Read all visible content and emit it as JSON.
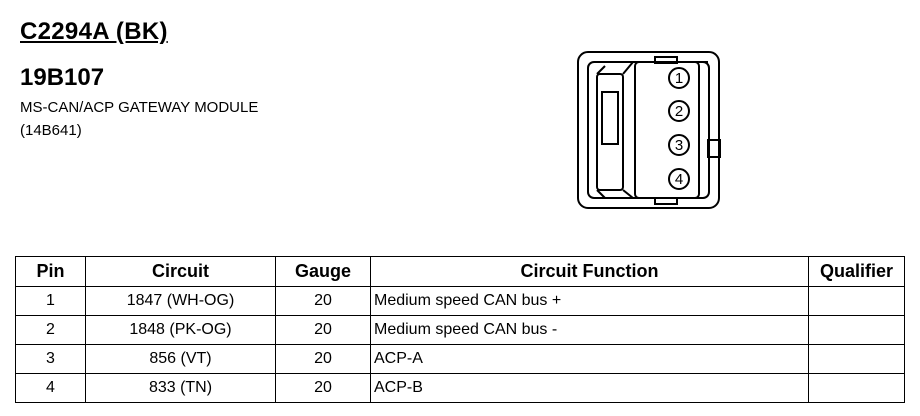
{
  "header": {
    "connector_id": "C2294A (BK)",
    "component_id": "19B107",
    "component_name": "MS-CAN/ACP GATEWAY MODULE",
    "part_number": "(14B641)"
  },
  "connector_pins": [
    "1",
    "2",
    "3",
    "4"
  ],
  "table": {
    "columns": [
      "Pin",
      "Circuit",
      "Gauge",
      "Circuit Function",
      "Qualifier"
    ],
    "rows": [
      {
        "pin": "1",
        "circuit": "1847 (WH-OG)",
        "gauge": "20",
        "function": "Medium speed CAN bus +",
        "qualifier": ""
      },
      {
        "pin": "2",
        "circuit": "1848 (PK-OG)",
        "gauge": "20",
        "function": "Medium speed CAN bus -",
        "qualifier": ""
      },
      {
        "pin": "3",
        "circuit": "856 (VT)",
        "gauge": "20",
        "function": "ACP-A",
        "qualifier": ""
      },
      {
        "pin": "4",
        "circuit": "833 (TN)",
        "gauge": "20",
        "function": "ACP-B",
        "qualifier": ""
      }
    ]
  }
}
